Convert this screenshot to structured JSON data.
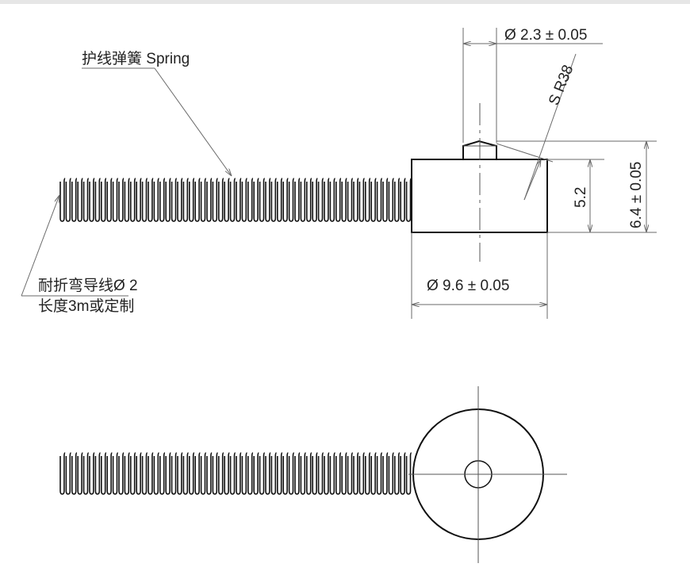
{
  "labels": {
    "spring": "护线弹簧 Spring",
    "cable_line1": "耐折弯导线Ø 2",
    "cable_line2": "长度3m或定制"
  },
  "dimensions": {
    "pin_diameter": "Ø 2.3 ± 0.05",
    "sphere_radius": "S R38",
    "body_height": "5.2",
    "total_height": "6.4 ± 0.05",
    "body_diameter": "Ø 9.6 ± 0.05"
  },
  "colors": {
    "line": "#111111",
    "dimension": "#6a6a6a"
  }
}
